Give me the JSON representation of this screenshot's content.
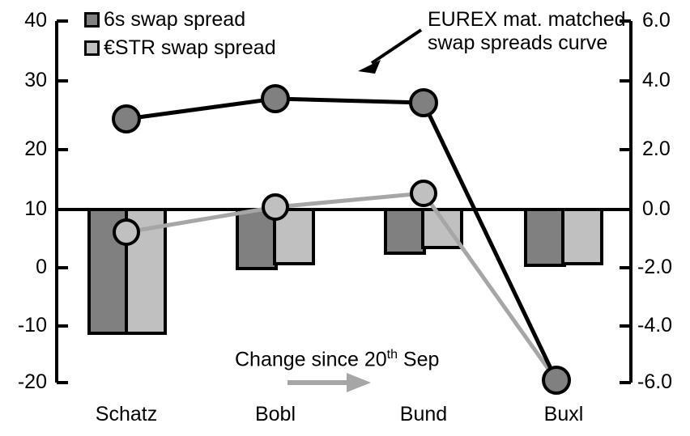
{
  "chart_data": {
    "type": "bar",
    "title": "",
    "subtitle": "",
    "xlabel": "",
    "categories": [
      "Schatz",
      "Bobl",
      "Bund",
      "Buxl"
    ],
    "grid": false,
    "legend_position": "top-left",
    "axes": {
      "left": {
        "label": "",
        "ylim": [
          -20,
          40
        ],
        "ticks": [
          40,
          30,
          20,
          10,
          0,
          -10,
          -20
        ],
        "tick_labels": [
          "40",
          "30",
          "20",
          "10",
          "0",
          "-10",
          "-20"
        ],
        "zero_reference_value": 10
      },
      "right": {
        "label": "",
        "ylim": [
          -6.0,
          6.0
        ],
        "ticks": [
          6.0,
          4.0,
          2.0,
          0.0,
          -2.0,
          -4.0,
          -6.0
        ],
        "tick_labels": [
          "6.0",
          "4.0",
          "2.0",
          "0.0",
          "-2.0",
          "-4.0",
          "-6.0"
        ],
        "zero_reference_value": 0.0
      }
    },
    "series": [
      {
        "name": "6s swap spread",
        "type": "bar",
        "axis": "right",
        "color": "#808080",
        "edge_color": "#000000",
        "values": [
          -4.1,
          -1.95,
          -1.45,
          -1.85
        ]
      },
      {
        "name": "€STR swap spread",
        "type": "bar",
        "axis": "right",
        "color": "#c0c0c0",
        "edge_color": "#000000",
        "values": [
          -4.1,
          -1.8,
          -1.25,
          -1.8
        ]
      },
      {
        "name": "EUREX mat. matched swap spreads curve",
        "type": "line",
        "axis": "left",
        "color": "#000000",
        "marker_face": "#808080",
        "values": [
          24.5,
          28.0,
          27.3,
          -18.0
        ]
      },
      {
        "name": "Change since 20th Sep",
        "type": "line",
        "axis": "left",
        "color": "#a6a6a6",
        "marker_face": "#c0c0c0",
        "values": [
          6.1,
          10.5,
          12.8,
          -18.0
        ]
      }
    ],
    "annotations": [
      {
        "id": "eurex-annotation",
        "text_line1": "EUREX mat. matched",
        "text_line2": "swap spreads curve",
        "arrow": "down-left",
        "arrow_color": "#000000"
      },
      {
        "id": "change-annotation",
        "text_prefix": "Change since 20",
        "text_sup": "th",
        "text_suffix": " Sep",
        "arrow": "right",
        "arrow_color": "#a6a6a6"
      }
    ]
  },
  "legend": {
    "items": [
      {
        "label": "6s swap spread",
        "color": "#808080"
      },
      {
        "label": "€STR swap spread",
        "color": "#c0c0c0"
      }
    ]
  },
  "axis_left": {
    "labels": [
      "40",
      "30",
      "20",
      "10",
      "0",
      "-10",
      "-20"
    ]
  },
  "axis_right": {
    "labels": [
      "6.0",
      "4.0",
      "2.0",
      "0.0",
      "-2.0",
      "-4.0",
      "-6.0"
    ]
  },
  "categories": {
    "labels": [
      "Schatz",
      "Bobl",
      "Bund",
      "Buxl"
    ]
  },
  "annotation_eurex": {
    "line1": "EUREX mat. matched",
    "line2": "swap spreads curve"
  },
  "annotation_change": {
    "prefix": "Change since 20",
    "sup": "th",
    "suffix": " Sep"
  },
  "colors": {
    "bar_dark": "#808080",
    "bar_light": "#c0c0c0",
    "line_black": "#000000",
    "line_gray": "#a6a6a6",
    "axis": "#000000"
  }
}
